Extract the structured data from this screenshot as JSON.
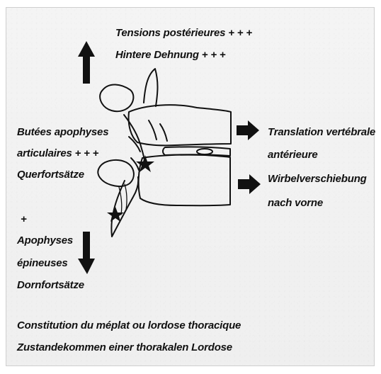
{
  "top": {
    "line1": "Tensions postérieures + + +",
    "line2": "Hintere Dehnung + + +"
  },
  "left": {
    "line1": "Butées apophyses",
    "line2": "articulaires + + +",
    "line3": "Querfortsätze",
    "line4": "+",
    "line5": "Apophyses",
    "line6": "épineuses",
    "line7": "Dornfortsätze"
  },
  "right": {
    "line1": "Translation vertébrale",
    "line2": "antérieure",
    "line3": "Wirbelverschiebung",
    "line4": "nach vorne"
  },
  "bottom": {
    "line1": "Constitution du méplat ou lordose thoracique",
    "line2": "Zustandekommen einer thorakalen Lordose"
  },
  "colors": {
    "ink": "#111111",
    "background": "#f2f2f2"
  },
  "icons": {
    "up_arrow": "up-arrow-icon",
    "down_arrow": "down-arrow-icon",
    "right_arrows": "right-arrow-icon",
    "stars": "star-icon"
  }
}
